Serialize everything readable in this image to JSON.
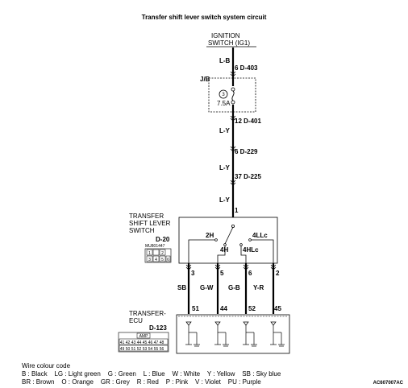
{
  "title": "Transfer shift lever switch system circuit",
  "ignition": {
    "line1": "IGNITION",
    "line2": "SWITCH (IG1)"
  },
  "wires": {
    "lb": "L-B",
    "ly1": "L-Y",
    "ly2": "L-Y",
    "ly3": "L-Y",
    "sb": "SB",
    "gw": "G-W",
    "gb": "G-B",
    "yr": "Y-R"
  },
  "connectors": {
    "c1": "6 D-403",
    "c2": "12 D-401",
    "c3": "6 D-229",
    "c4": "37 D-225"
  },
  "junction_block": {
    "label": "J/B",
    "fuse_number": "3",
    "fuse_rating": "7.5A"
  },
  "switch": {
    "line1": "TRANSFER",
    "line2": "SHIFT LEVER",
    "line3": "SWITCH",
    "connector": "D-20",
    "part_number": "MU801447",
    "pins_top": [
      "1",
      "",
      "2"
    ],
    "pins_bottom": [
      "3",
      "4",
      "5",
      "6"
    ],
    "input_pin": "1",
    "positions": {
      "p2h": "2H",
      "p4h": "4H",
      "p4hlc": "4HLc",
      "p4llc": "4LLc"
    },
    "output_pins": [
      "3",
      "5",
      "6",
      "2"
    ]
  },
  "ecu": {
    "line1": "TRANSFER-",
    "line2": "ECU",
    "connector": "D-123",
    "pins": [
      "51",
      "44",
      "52",
      "45"
    ],
    "icon_label": "AMP",
    "pins_row1": [
      "41",
      "42",
      "43",
      "44",
      "45",
      "46",
      "47",
      "48"
    ],
    "pins_row2": [
      "49",
      "50",
      "51",
      "52",
      "53",
      "54",
      "55",
      "56"
    ]
  },
  "legend": {
    "heading": "Wire colour code",
    "line1": "B : Black    LG : Light green    G : Green    L : Blue    W : White    Y : Yellow    SB : Sky blue",
    "line2": "BR : Brown    O : Orange    GR : Grey    R : Red    P : Pink    V : Violet    PU : Purple"
  },
  "figure_code": "AC607007AC"
}
